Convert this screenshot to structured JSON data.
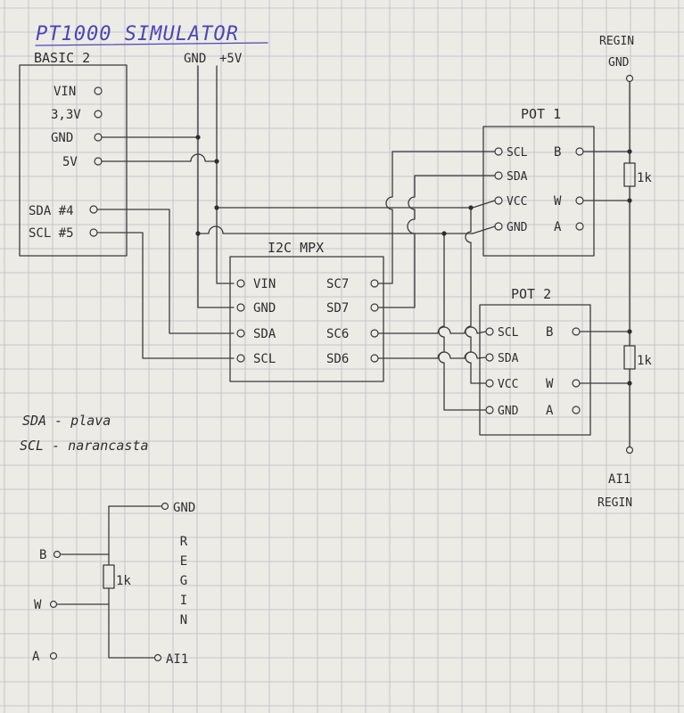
{
  "title": "PT1000 SIMULATOR",
  "colors": {
    "paper": "#ecebe6",
    "grid": "#b9bcc4",
    "ink": "#2e2e30",
    "title_ink": "#4a46b8"
  },
  "basic": {
    "name": "BASIC 2",
    "pins": [
      "VIN",
      "3,3V",
      "GND",
      "5V",
      "SDA #4",
      "SCL #5"
    ]
  },
  "rail_labels": {
    "gnd": "GND",
    "plus5v": "+5V"
  },
  "mux": {
    "name": "I2C MPX",
    "left_pins": [
      "VIN",
      "GND",
      "SDA",
      "SCL"
    ],
    "right_pins": [
      "SC7",
      "SD7",
      "SC6",
      "SD6"
    ]
  },
  "pot1": {
    "name": "POT 1",
    "left_pins": [
      "SCL",
      "SDA",
      "VCC",
      "GND"
    ],
    "right_pins": [
      "B",
      "W",
      "A"
    ]
  },
  "pot2": {
    "name": "POT 2",
    "left_pins": [
      "SCL",
      "SDA",
      "VCC",
      "GND"
    ],
    "right_pins": [
      "B",
      "W",
      "A"
    ]
  },
  "resistors": {
    "r1": "1k",
    "r2": "1k",
    "r3": "1k"
  },
  "regin_top": [
    "REGIN",
    "GND"
  ],
  "regin_bottom": [
    "AI1",
    "REGIN"
  ],
  "legend": [
    "SDA - plava",
    "SCL - narancasta"
  ],
  "detail": {
    "b": "B",
    "w": "W",
    "a": "A",
    "gnd": "GND",
    "ai1": "AI1",
    "vertical": "REGIN"
  }
}
